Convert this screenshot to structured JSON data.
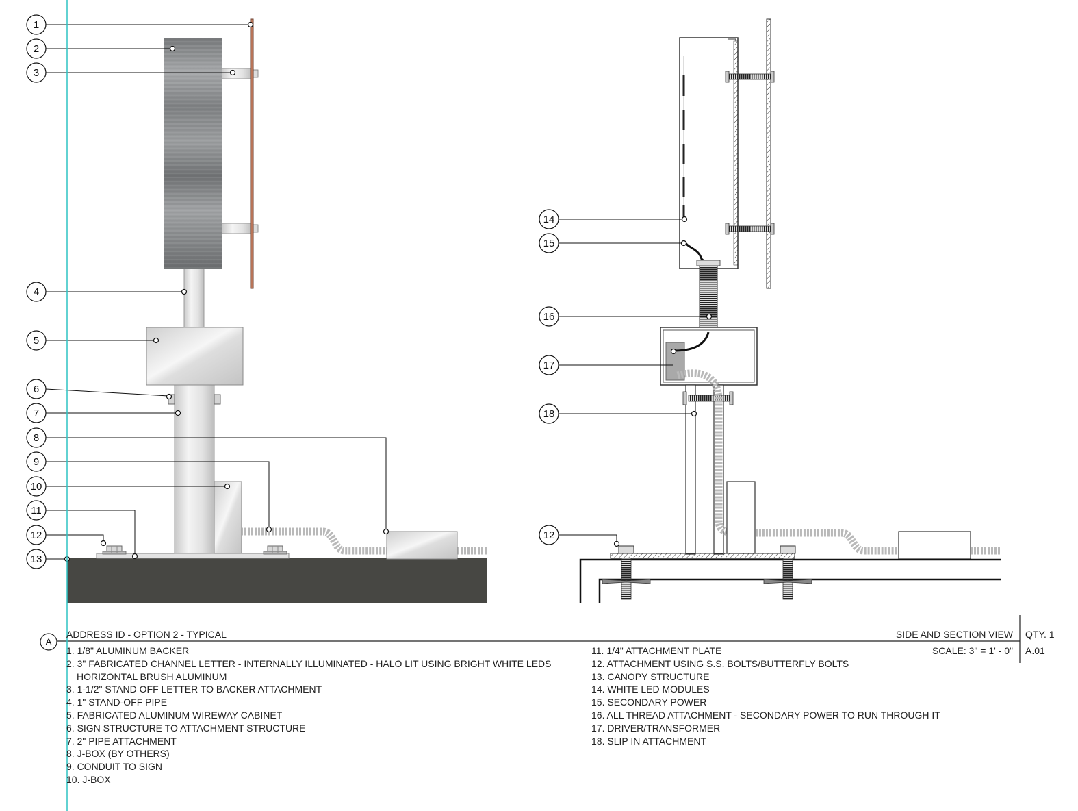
{
  "callouts_left": [
    "1",
    "2",
    "3",
    "4",
    "5",
    "6",
    "7",
    "8",
    "9",
    "10",
    "11",
    "12",
    "13"
  ],
  "callouts_right": [
    "14",
    "15",
    "16",
    "17",
    "18",
    "12"
  ],
  "title_block": {
    "detail_id": "A",
    "title": "ADDRESS ID - OPTION 2 - TYPICAL",
    "view_label": "SIDE AND SECTION VIEW",
    "scale_label": "SCALE: 3\" = 1' - 0\"",
    "qty_label": "QTY. 1",
    "sheet_ref": "A.01"
  },
  "notes_left": [
    {
      "text": "1. 1/8\" ALUMINUM BACKER"
    },
    {
      "text": "2. 3\" FABRICATED CHANNEL LETTER - INTERNALLY ILLUMINATED - HALO LIT USING BRIGHT WHITE LEDS"
    },
    {
      "text": "HORIZONTAL BRUSH ALUMINUM",
      "indent": true
    },
    {
      "text": "3. 1-1/2\" STAND OFF LETTER TO BACKER ATTACHMENT"
    },
    {
      "text": "4. 1\" STAND-OFF PIPE"
    },
    {
      "text": "5.  FABRICATED ALUMINUM WIREWAY CABINET"
    },
    {
      "text": "6. SIGN STRUCTURE TO ATTACHMENT STRUCTURE"
    },
    {
      "text": "7. 2\" PIPE ATTACHMENT"
    },
    {
      "text": "8. J-BOX (BY OTHERS)"
    },
    {
      "text": "9. CONDUIT TO SIGN"
    },
    {
      "text": "10. J-BOX"
    }
  ],
  "notes_right": [
    {
      "text": "11. 1/4\" ATTACHMENT PLATE"
    },
    {
      "text": "12. ATTACHMENT USING S.S. BOLTS/BUTTERFLY BOLTS"
    },
    {
      "text": "13. CANOPY STRUCTURE"
    },
    {
      "text": "14. WHITE LED MODULES"
    },
    {
      "text": "15. SECONDARY POWER"
    },
    {
      "text": "16. ALL THREAD ATTACHMENT - SECONDARY POWER TO RUN THROUGH IT"
    },
    {
      "text": "17. DRIVER/TRANSFORMER"
    },
    {
      "text": "18. SLIP IN ATTACHMENT"
    }
  ],
  "colors": {
    "backer": "#b87458",
    "ground": "#474743",
    "conduit": "#b9b9b9",
    "guide_line": "#2ec4c4",
    "line": "#1a1a1a"
  }
}
